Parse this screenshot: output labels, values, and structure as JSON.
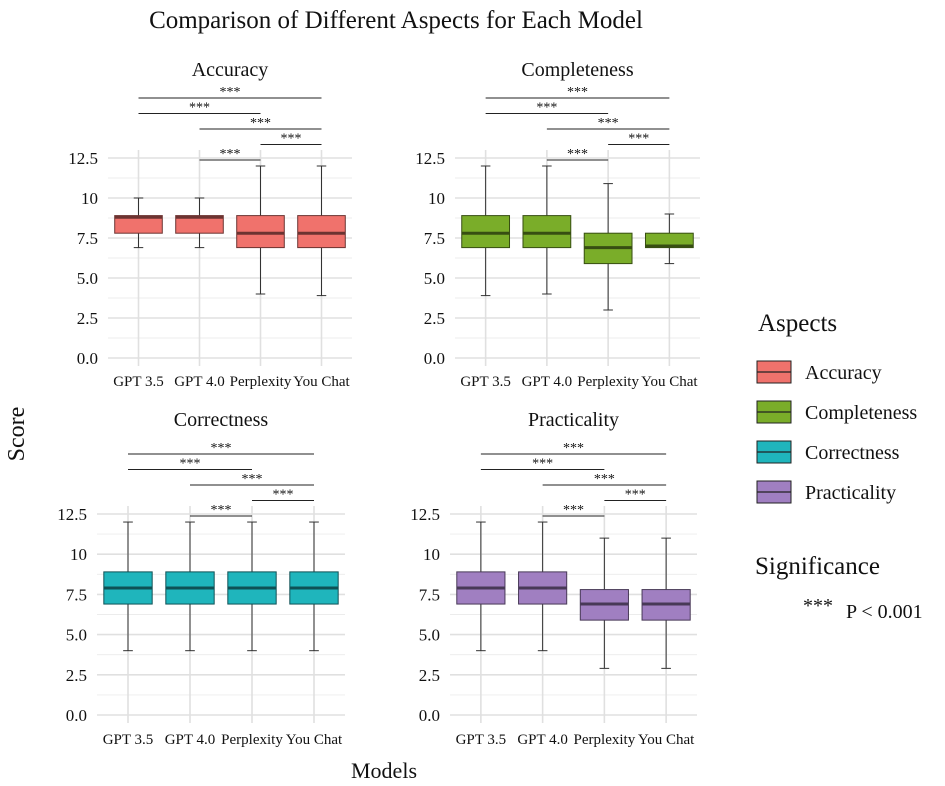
{
  "title": "Comparison of  Different Aspects for Each Model",
  "xlabel": "Models",
  "ylabel": "Score",
  "legend": {
    "aspects_title": "Aspects",
    "items": [
      {
        "label": "Accuracy",
        "color": "#F0726C"
      },
      {
        "label": "Completeness",
        "color": "#7AAD29"
      },
      {
        "label": "Correctness",
        "color": "#1FB5BC"
      },
      {
        "label": "Practicality",
        "color": "#A07FC1"
      }
    ],
    "significance_title": "Significance",
    "significance_stars": "***",
    "significance_text": "P < 0.001"
  },
  "chart_data": [
    {
      "type": "boxplot",
      "title": "Accuracy",
      "color": "#F0726C",
      "categories": [
        "GPT 3.5",
        "GPT 4.0",
        "Perplexity",
        "You Chat"
      ],
      "y_ticks": [
        "0.0",
        "2.5",
        "5.0",
        "7.5",
        "10",
        "12.5"
      ],
      "ylim": [
        0,
        12.5
      ],
      "boxes": [
        {
          "min": 6.9,
          "q1": 7.8,
          "median": 8.8,
          "q3": 8.9,
          "max": 10
        },
        {
          "min": 6.9,
          "q1": 7.8,
          "median": 8.8,
          "q3": 8.9,
          "max": 10
        },
        {
          "min": 4,
          "q1": 6.9,
          "median": 7.8,
          "q3": 8.9,
          "max": 12
        },
        {
          "min": 3.9,
          "q1": 6.9,
          "median": 7.8,
          "q3": 8.9,
          "max": 12
        }
      ],
      "significance": [
        {
          "from": 0,
          "to": 3,
          "label": "***"
        },
        {
          "from": 0,
          "to": 2,
          "label": "***"
        },
        {
          "from": 1,
          "to": 3,
          "label": "***"
        },
        {
          "from": 2,
          "to": 3,
          "label": "***"
        },
        {
          "from": 1,
          "to": 2,
          "label": "***"
        }
      ]
    },
    {
      "type": "boxplot",
      "title": "Completeness",
      "color": "#7AAD29",
      "categories": [
        "GPT 3.5",
        "GPT 4.0",
        "Perplexity",
        "You Chat"
      ],
      "y_ticks": [
        "0.0",
        "2.5",
        "5.0",
        "7.5",
        "10",
        "12.5"
      ],
      "ylim": [
        0,
        12.5
      ],
      "boxes": [
        {
          "min": 3.9,
          "q1": 6.9,
          "median": 7.8,
          "q3": 8.9,
          "max": 12
        },
        {
          "min": 4,
          "q1": 6.9,
          "median": 7.8,
          "q3": 8.9,
          "max": 12
        },
        {
          "min": 3,
          "q1": 5.9,
          "median": 6.9,
          "q3": 7.8,
          "max": 10.9
        },
        {
          "min": 5.9,
          "q1": 6.9,
          "median": 7,
          "q3": 7.8,
          "max": 9
        }
      ],
      "significance": [
        {
          "from": 0,
          "to": 3,
          "label": "***"
        },
        {
          "from": 0,
          "to": 2,
          "label": "***"
        },
        {
          "from": 1,
          "to": 3,
          "label": "***"
        },
        {
          "from": 2,
          "to": 3,
          "label": "***"
        },
        {
          "from": 1,
          "to": 2,
          "label": "***"
        }
      ]
    },
    {
      "type": "boxplot",
      "title": "Correctness",
      "color": "#1FB5BC",
      "categories": [
        "GPT 3.5",
        "GPT 4.0",
        "Perplexity",
        "You Chat"
      ],
      "y_ticks": [
        "0.0",
        "2.5",
        "5.0",
        "7.5",
        "10",
        "12.5"
      ],
      "ylim": [
        0,
        12.5
      ],
      "boxes": [
        {
          "min": 4,
          "q1": 6.9,
          "median": 7.9,
          "q3": 8.9,
          "max": 12
        },
        {
          "min": 4,
          "q1": 6.9,
          "median": 7.9,
          "q3": 8.9,
          "max": 12
        },
        {
          "min": 4,
          "q1": 6.9,
          "median": 7.9,
          "q3": 8.9,
          "max": 12
        },
        {
          "min": 4,
          "q1": 6.9,
          "median": 7.9,
          "q3": 8.9,
          "max": 12
        }
      ],
      "significance": [
        {
          "from": 0,
          "to": 3,
          "label": "***"
        },
        {
          "from": 0,
          "to": 2,
          "label": "***"
        },
        {
          "from": 1,
          "to": 3,
          "label": "***"
        },
        {
          "from": 2,
          "to": 3,
          "label": "***"
        },
        {
          "from": 1,
          "to": 2,
          "label": "***"
        }
      ]
    },
    {
      "type": "boxplot",
      "title": "Practicality",
      "color": "#A07FC1",
      "categories": [
        "GPT 3.5",
        "GPT 4.0",
        "Perplexity",
        "You Chat"
      ],
      "y_ticks": [
        "0.0",
        "2.5",
        "5.0",
        "7.5",
        "10",
        "12.5"
      ],
      "ylim": [
        0,
        12.5
      ],
      "boxes": [
        {
          "min": 4,
          "q1": 6.9,
          "median": 7.9,
          "q3": 8.9,
          "max": 12
        },
        {
          "min": 4,
          "q1": 6.9,
          "median": 7.9,
          "q3": 8.9,
          "max": 12
        },
        {
          "min": 2.9,
          "q1": 5.9,
          "median": 6.9,
          "q3": 7.8,
          "max": 11
        },
        {
          "min": 2.9,
          "q1": 5.9,
          "median": 6.9,
          "q3": 7.8,
          "max": 11
        }
      ],
      "significance": [
        {
          "from": 0,
          "to": 3,
          "label": "***"
        },
        {
          "from": 0,
          "to": 2,
          "label": "***"
        },
        {
          "from": 1,
          "to": 3,
          "label": "***"
        },
        {
          "from": 2,
          "to": 3,
          "label": "***"
        },
        {
          "from": 1,
          "to": 2,
          "label": "***"
        }
      ]
    }
  ]
}
